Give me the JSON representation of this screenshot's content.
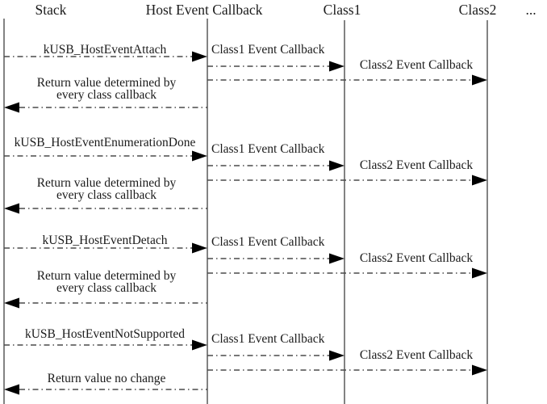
{
  "diagram": {
    "type": "sequence-diagram",
    "participants": [
      {
        "label": "Stack"
      },
      {
        "label": "Host Event Callback"
      },
      {
        "label": "Class1"
      },
      {
        "label": "Class2"
      }
    ],
    "ellipsis": "...",
    "colors": {
      "background": "#ffffff",
      "lifeline": "#404040",
      "message_line": "#4a4a4a",
      "arrowhead": "#000000",
      "text": "#1b1b1b"
    },
    "groups": [
      {
        "event": "kUSB_HostEventAttach",
        "class1_callback": "Class1 Event Callback",
        "class2_callback": "Class2 Event Callback",
        "return_line1": "Return value determined by",
        "return_line2": "every class callback"
      },
      {
        "event": "kUSB_HostEventEnumerationDone",
        "class1_callback": "Class1 Event Callback",
        "class2_callback": "Class2 Event Callback",
        "return_line1": "Return value determined by",
        "return_line2": "every class callback"
      },
      {
        "event": "kUSB_HostEventDetach",
        "class1_callback": "Class1 Event Callback",
        "class2_callback": "Class2 Event Callback",
        "return_line1": "Return value determined by",
        "return_line2": "every class callback"
      },
      {
        "event": "kUSB_HostEventNotSupported",
        "class1_callback": "Class1 Event Callback",
        "class2_callback": "Class2 Event Callback",
        "return_line1": "Return value no change"
      }
    ]
  }
}
